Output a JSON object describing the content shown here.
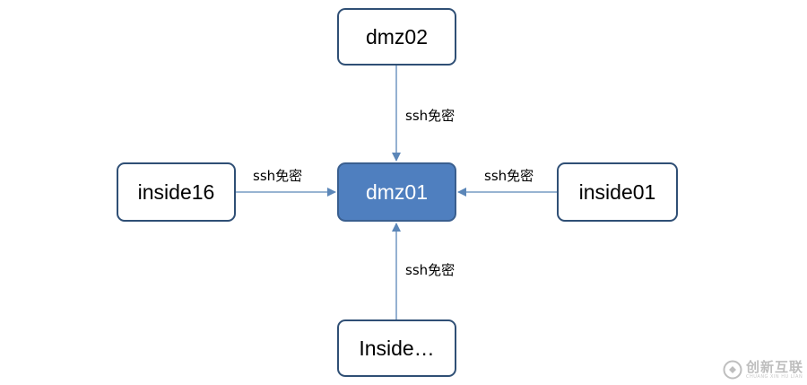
{
  "nodes": {
    "top": "dmz02",
    "center": "dmz01",
    "left": "inside16",
    "right": "inside01",
    "bottom": "Inside…"
  },
  "edges": {
    "top_label": "ssh免密",
    "left_label": "ssh免密",
    "right_label": "ssh免密",
    "bottom_label": "ssh免密"
  },
  "colors": {
    "center_fill": "#4f7fbf",
    "node_border": "#2f4f75",
    "edge_line": "#5b86b8"
  },
  "watermark": {
    "main": "创新互联",
    "sub": "CHUANG XIN HU LIAN"
  }
}
